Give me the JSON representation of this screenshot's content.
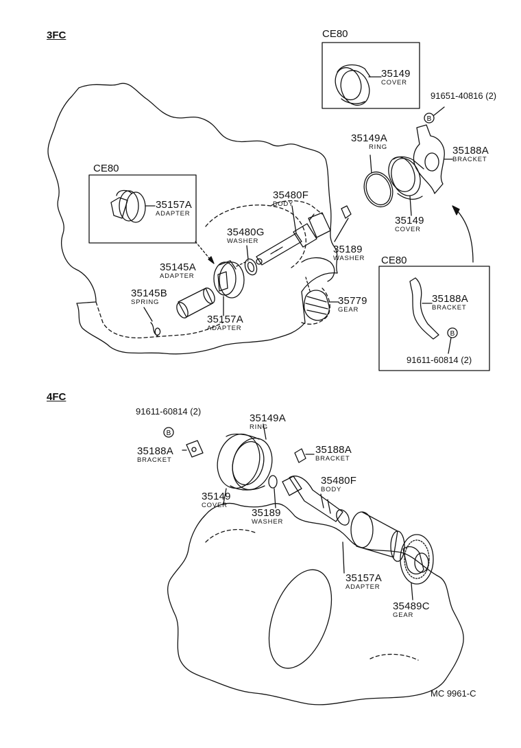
{
  "sections": {
    "top": "3FC",
    "bottom": "4FC"
  },
  "boxes": {
    "box1": "CE80",
    "box2": "CE80",
    "box3": "CE80"
  },
  "parts": {
    "p35149_box": {
      "num": "35149",
      "name": "COVER"
    },
    "bolt_91651": "91651-40816 (2)",
    "p35188A_top": {
      "num": "35188A",
      "name": "BRACKET"
    },
    "p35149A_top": {
      "num": "35149A",
      "name": "RING"
    },
    "p35149_top": {
      "num": "35149",
      "name": "COVER"
    },
    "p35157A_box": {
      "num": "35157A",
      "name": "ADAPTER"
    },
    "p35480F_top": {
      "num": "35480F",
      "name": "BODY"
    },
    "p35480G": {
      "num": "35480G",
      "name": "WASHER"
    },
    "p35189_top": {
      "num": "35189",
      "name": "WASHER"
    },
    "p35145A": {
      "num": "35145A",
      "name": "ADAPTER"
    },
    "p35145B": {
      "num": "35145B",
      "name": "SPRING"
    },
    "p35779": {
      "num": "35779",
      "name": "GEAR"
    },
    "p35157A_top": {
      "num": "35157A",
      "name": "ADAPTER"
    },
    "p35188A_box": {
      "num": "35188A",
      "name": "BRACKET"
    },
    "bolt_91611_box": "91611-60814 (2)",
    "bolt_91611_bot": "91611-60814 (2)",
    "p35149A_bot": {
      "num": "35149A",
      "name": "RING"
    },
    "p35188A_bot_l": {
      "num": "35188A",
      "name": "BRACKET"
    },
    "p35188A_bot_r": {
      "num": "35188A",
      "name": "BRACKET"
    },
    "p35149_bot": {
      "num": "35149",
      "name": "COVER"
    },
    "p35480F_bot": {
      "num": "35480F",
      "name": "BODY"
    },
    "p35189_bot": {
      "num": "35189",
      "name": "WASHER"
    },
    "p35157A_bot": {
      "num": "35157A",
      "name": "ADAPTER"
    },
    "p35489C": {
      "num": "35489C",
      "name": "GEAR"
    }
  },
  "bolt_marker": "B",
  "figure_code": "MC 9961-C"
}
